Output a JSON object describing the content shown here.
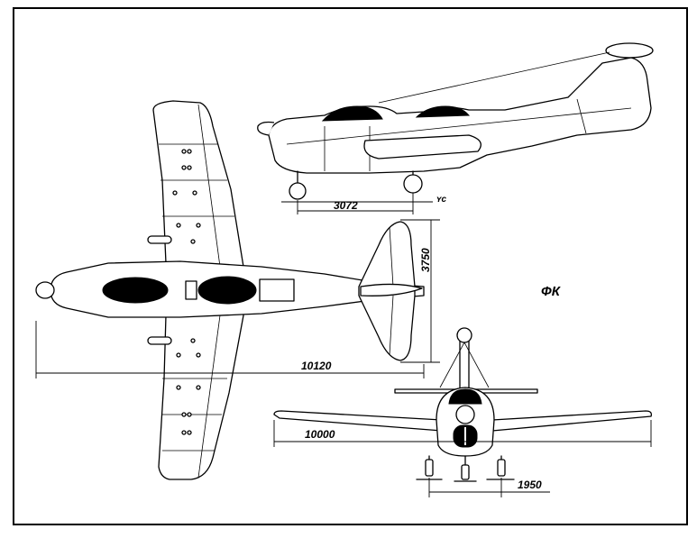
{
  "drawing": {
    "label": "ФК",
    "dimensions": {
      "side_length": "3072",
      "tail_height": "3750",
      "overall_length": "10120",
      "wingspan": "10000",
      "track": "1950"
    }
  }
}
